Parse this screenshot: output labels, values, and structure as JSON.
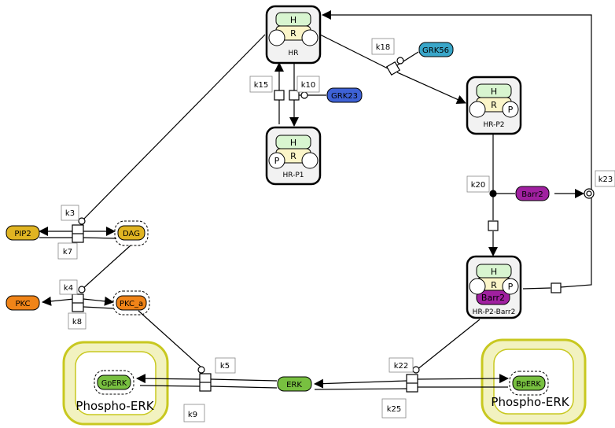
{
  "complexes": {
    "hr": {
      "caption": "HR",
      "top": "H",
      "mid": "R"
    },
    "hr_p1": {
      "caption": "HR-P1",
      "top": "H",
      "mid": "R",
      "state": "P"
    },
    "hr_p2": {
      "caption": "HR-P2",
      "top": "H",
      "mid": "R",
      "state": "P"
    },
    "hr_p2_barr2": {
      "caption": "HR-P2-Barr2",
      "top": "H",
      "mid": "R",
      "state": "P",
      "sub": "Barr2"
    }
  },
  "species": {
    "grk56": "GRK56",
    "grk23": "GRK23",
    "barr2": "Barr2",
    "pip2": "PIP2",
    "dag": "DAG",
    "pkc": "PKC",
    "pkc_a": "PKC_a",
    "erk": "ERK",
    "gperk": "GpERK",
    "bperk": "BpERK"
  },
  "compartments": {
    "left": "Phospho-ERK",
    "right": "Phospho-ERK"
  },
  "reactions": {
    "k3": "k3",
    "k4": "k4",
    "k5": "k5",
    "k7": "k7",
    "k8": "k8",
    "k9": "k9",
    "k10": "k10",
    "k15": "k15",
    "k18": "k18",
    "k20": "k20",
    "k22": "k22",
    "k23": "k23",
    "k25": "k25"
  },
  "colors": {
    "grk56": "#39a6c9",
    "grk23": "#3e62d6",
    "barr2": "#a020a0",
    "pip2": "#e0b422",
    "dag": "#e0b422",
    "pkc": "#f08418",
    "pkc_a": "#f08418",
    "erk": "#78c040",
    "compartment": "#c8c820",
    "compartment_fill": "#f2f2c0",
    "h_fill": "#d8f5d0",
    "r_fill": "#fbf5c8"
  }
}
